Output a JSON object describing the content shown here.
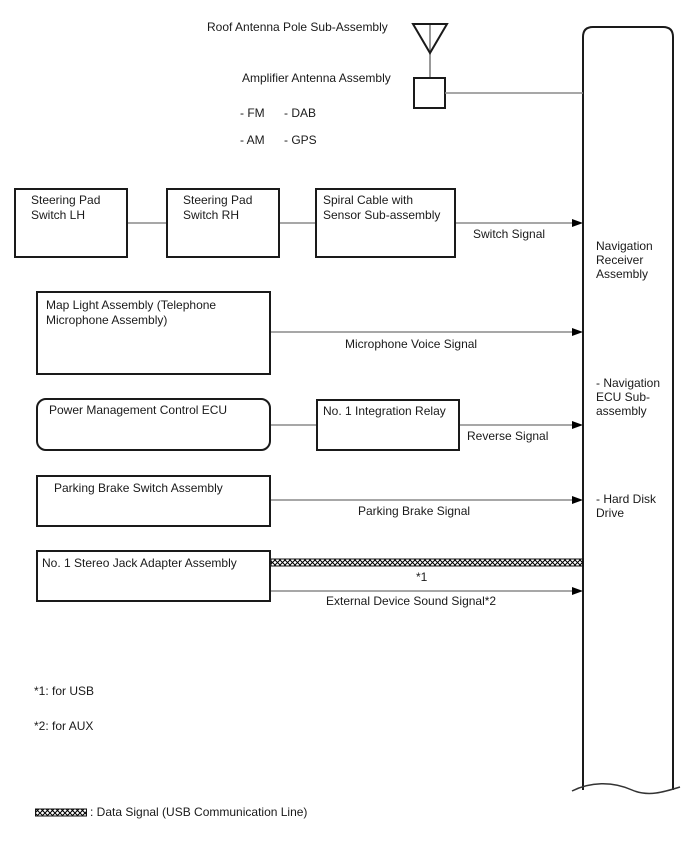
{
  "antenna": {
    "roof_label": "Roof Antenna Pole Sub-Assembly",
    "amplifier_label": "Amplifier Antenna Assembly",
    "bands": {
      "fm": "- FM",
      "dab": "- DAB",
      "am": "- AM",
      "gps": "- GPS"
    }
  },
  "boxes": {
    "steering_lh": "Steering Pad\nSwitch LH",
    "steering_rh": "Steering Pad\nSwitch RH",
    "spiral_cable": "Spiral Cable with\nSensor Sub-assembly",
    "map_light": "Map Light Assembly (Telephone\nMicrophone Assembly)",
    "power_mgmt": "Power Management Control ECU",
    "integration_relay": "No. 1 Integration Relay",
    "parking_brake": "Parking Brake Switch Assembly",
    "stereo_jack": "No. 1 Stereo Jack Adapter Assembly"
  },
  "signals": {
    "switch": "Switch Signal",
    "microphone": "Microphone Voice Signal",
    "reverse": "Reverse Signal",
    "parking_brake": "Parking Brake Signal",
    "data_ref": "*1",
    "external_device": "External Device Sound Signal*2"
  },
  "receiver": {
    "title": "Navigation\nReceiver\nAssembly",
    "ecu_item": "- Navigation\nECU Sub-\nassembly",
    "hdd_item": "- Hard Disk\nDrive"
  },
  "footnotes": {
    "usb": "*1: for USB",
    "aux": "*2: for AUX"
  },
  "legend": {
    "data_signal": ": Data Signal (USB Communication Line)"
  },
  "colors": {
    "line_gray": "#8a8a8a",
    "black": "#1a1a1a"
  }
}
